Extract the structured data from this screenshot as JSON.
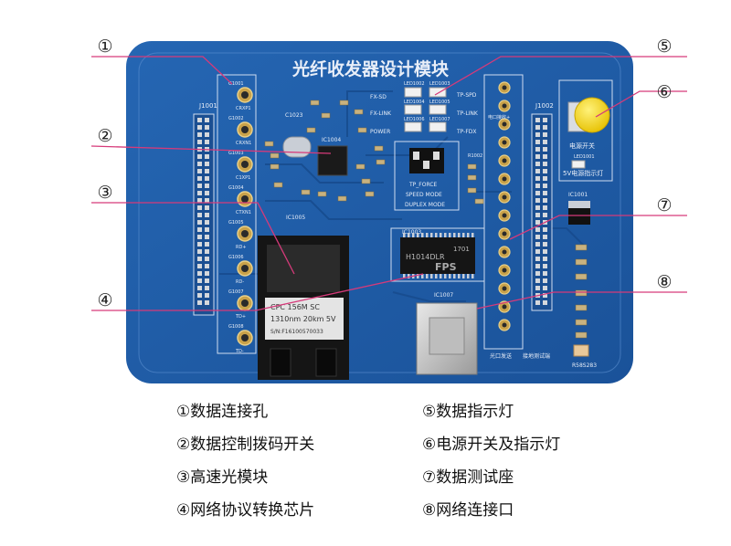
{
  "board": {
    "title": "光纤收发器设计模块",
    "colors": {
      "pcb": "#1f5ea8",
      "pcb_dark": "#17498a",
      "silk": "#e8eef8",
      "callout": "#d63a7a",
      "button": "#f5d000"
    },
    "labels": {
      "j1001": "J1001",
      "j1002": "J1002",
      "ic1001": "IC1001",
      "ic1003": "IC1003",
      "ic1004": "IC1004",
      "ic1005": "IC1005",
      "ic1007": "IC1007",
      "c1023": "C1023",
      "power": "POWER",
      "fx_sd": "FX-SD",
      "fx_link": "FX-LINK",
      "tp_spd": "TP-SPD",
      "tp_link": "TP-LINK",
      "tp_fdx": "TP-FDX",
      "led_a": "LED1002",
      "led_b": "LED1003",
      "led_c": "LED1004",
      "led_d": "LED1005",
      "led_e": "LED1006",
      "led_f": "LED1007",
      "r1002": "R1002",
      "tp_force": "TP_FORCE",
      "speed_mode": "SPEED MODE",
      "duplex_mode": "DUPLEX MODE",
      "power_switch": "电源开关",
      "led1001": "LED1001",
      "power_led": "5V电源指示灯",
      "rs_code": "R58S283",
      "connect_label": "光口发送",
      "ground_label": "接地测试端",
      "port_label": "电口接收+",
      "pins": [
        "CRXP1",
        "CRXN1",
        "C1XP1",
        "CTXN1",
        "RD+",
        "RD-",
        "TD+",
        "TD-"
      ],
      "pin_codes": [
        "G1001",
        "G1002",
        "G1003",
        "G1004",
        "G1005",
        "G1006",
        "G1007",
        "G1008"
      ]
    },
    "module": {
      "line1": "CPC 156M SC",
      "line2": "1310nm 20km 5V",
      "line3": "S/N:F16100570033"
    },
    "chip": {
      "logo": "FPS",
      "part": "H1014DLR",
      "code": "1701"
    }
  },
  "callouts": [
    "①",
    "②",
    "③",
    "④",
    "⑤",
    "⑥",
    "⑦",
    "⑧"
  ],
  "legend": {
    "left": [
      "①数据连接孔",
      "②数据控制拨码开关",
      "③高速光模块",
      "④网络协议转换芯片"
    ],
    "right": [
      "⑤数据指示灯",
      "⑥电源开关及指示灯",
      "⑦数据测试座",
      "⑧网络连接口"
    ]
  }
}
